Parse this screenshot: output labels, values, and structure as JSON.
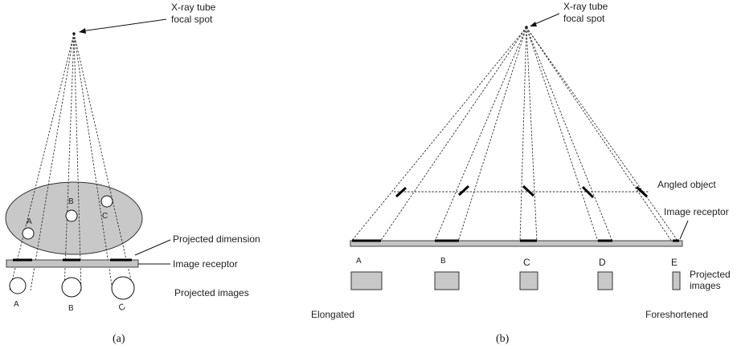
{
  "panel_a": {
    "source_label_line1": "X-ray tube",
    "source_label_line2": "focal spot",
    "object_labels": [
      "A",
      "B",
      "C"
    ],
    "image_labels": [
      "A",
      "B",
      "C"
    ],
    "projected_dimension": "Projected dimension",
    "image_receptor": "Image receptor",
    "projected_images": "Projected images",
    "caption": "(a)"
  },
  "panel_b": {
    "source_label_line1": "X-ray tube",
    "source_label_line2": "focal spot",
    "angled_object": "Angled object",
    "image_receptor": "Image receptor",
    "image_labels": [
      "A",
      "B",
      "C",
      "D",
      "E"
    ],
    "projected_images_line1": "Projected",
    "projected_images_line2": "images",
    "elongated": "Elongated",
    "foreshortened": "Foreshortened",
    "caption": "(b)"
  },
  "colors": {
    "object_fill": "#c8c8c8",
    "receptor_fill": "#c4c4c4",
    "ink": "#111111"
  }
}
